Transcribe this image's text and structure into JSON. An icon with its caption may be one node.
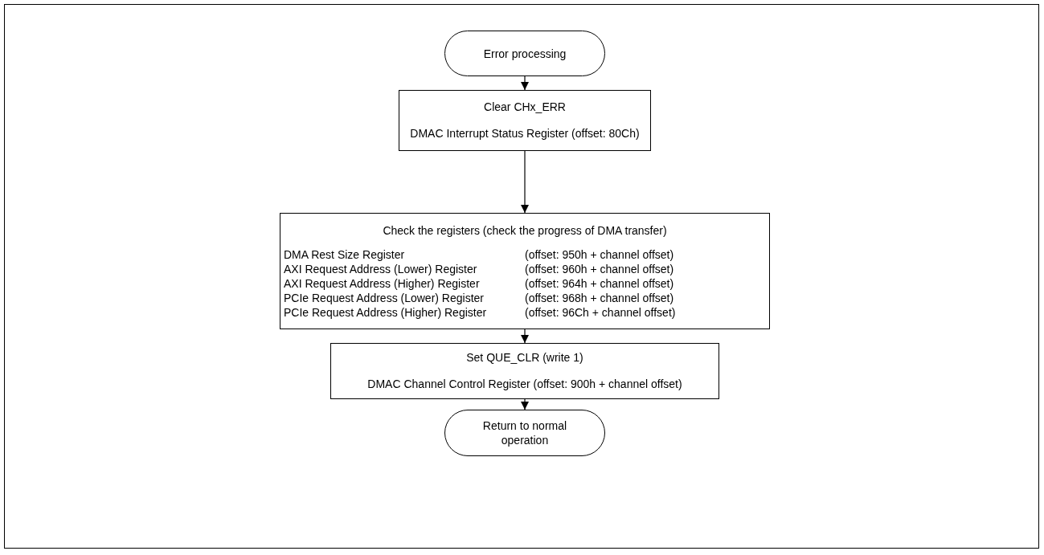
{
  "diagram": {
    "nodes": [
      {
        "text": [
          "Error processing"
        ]
      },
      {
        "text": [
          "Clear CHx_ERR",
          "DMAC Interrupt Status Register (offset: 80Ch)"
        ]
      },
      {
        "text": [
          "Check the registers (check the progress of DMA transfer)",
          "DMA Rest Size Register",
          "(offset: 950h + channel offset)",
          "AXI Request Address (Lower) Register",
          "(offset: 960h + channel offset)",
          "AXI Request Address (Higher) Register",
          "(offset: 964h + channel offset)",
          "PCIe Request Address (Lower) Register",
          "(offset: 968h + channel offset)",
          "PCIe Request Address (Higher) Register",
          "(offset: 96Ch + channel offset)"
        ]
      },
      {
        "text": [
          "Set QUE_CLR  (write 1)",
          "DMAC Channel Control Register (offset: 900h + channel offset)"
        ]
      },
      {
        "text": [
          "Return to normal operation"
        ]
      }
    ],
    "edges": [
      {
        "from": 0,
        "to": 1,
        "arrow": "to"
      },
      {
        "from": 1,
        "to": 2,
        "arrow": "to"
      },
      {
        "from": 2,
        "to": 3,
        "arrow": "to"
      },
      {
        "from": 3,
        "to": 4,
        "arrow": "to"
      }
    ]
  }
}
